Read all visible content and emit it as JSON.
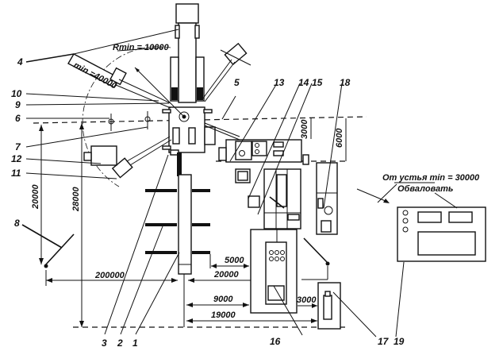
{
  "diagram": {
    "title_annotation": {
      "text": "От устья min = 30000",
      "note": "Обваловать"
    },
    "radius_label": "Rmin = 10000",
    "pipeline_label": "min =40000",
    "dimensions": {
      "d_3000_top": "3000",
      "d_6000": "6000",
      "d_20000_vert": "20000",
      "d_28000": "28000",
      "d_200000": "200000",
      "d_5000": "5000",
      "d_20000": "20000",
      "d_9000": "9000",
      "d_3000_bottom": "3000",
      "d_19000": "19000"
    },
    "callouts": {
      "c1": "1",
      "c2": "2",
      "c3": "3",
      "c4": "4",
      "c5": "5",
      "c6": "6",
      "c7": "7",
      "c8": "8",
      "c9": "9",
      "c10": "10",
      "c11": "11",
      "c12": "12",
      "c13": "13",
      "c14": "14",
      "c15": "15",
      "c16": "16",
      "c17": "17",
      "c18": "18",
      "c19": "19"
    },
    "colors": {
      "ink": "#111111",
      "paper": "#ffffff"
    }
  }
}
